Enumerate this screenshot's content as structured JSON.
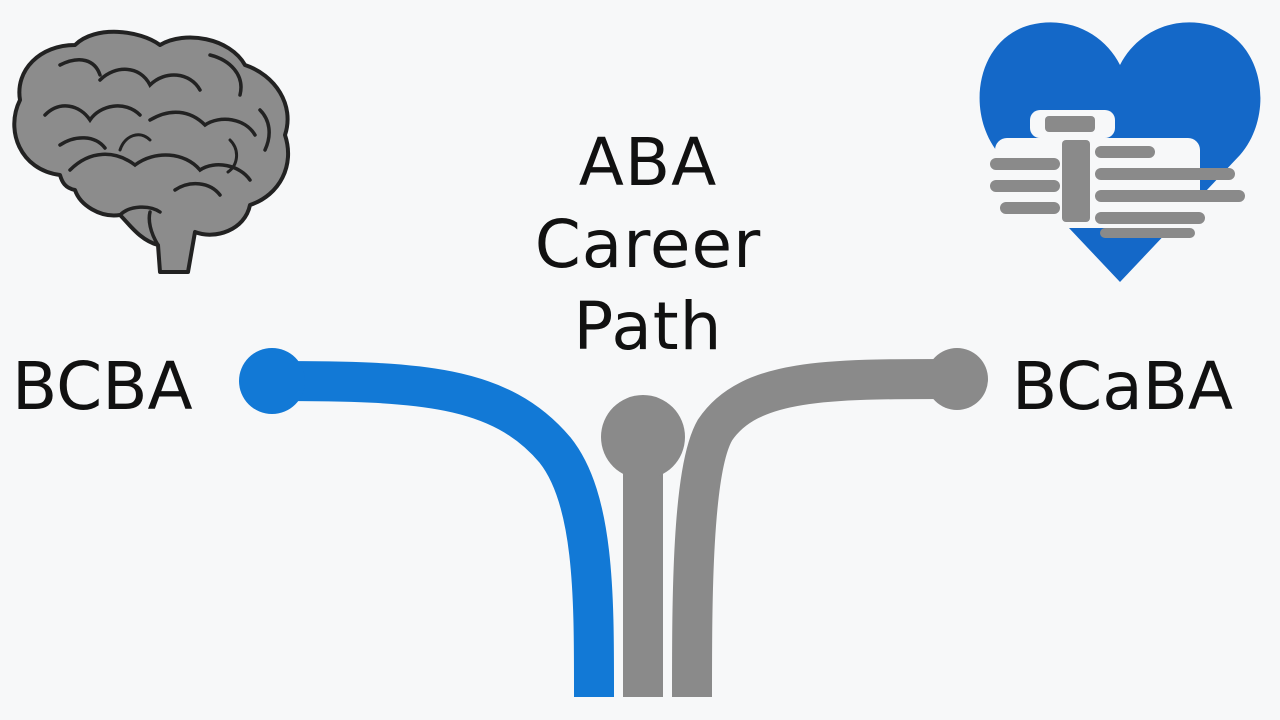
{
  "title": {
    "line1": "ABA",
    "line2": "Career",
    "line3": "Path"
  },
  "paths": {
    "left_label": "BCBA",
    "right_label": "BCaBA"
  },
  "icons": {
    "left": "brain-icon",
    "right": "heart-handshake-icon"
  },
  "colors": {
    "background": "#f7f8f9",
    "accent_blue": "#1279d6",
    "path_gray": "#8a8a8a",
    "brain_fill": "#8c8c8c",
    "outline": "#222222",
    "text": "#111111"
  }
}
